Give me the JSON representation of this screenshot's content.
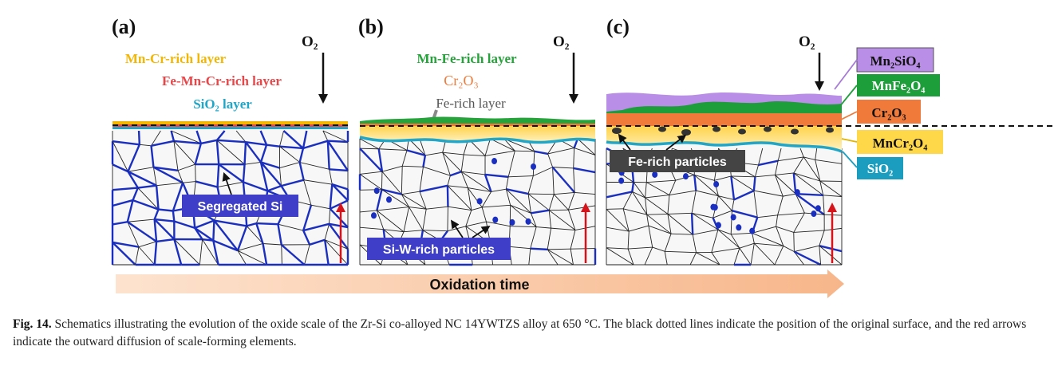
{
  "panels": {
    "a": {
      "label": "(a)",
      "layers": [
        "Mn-Cr-rich layer",
        "Fe-Mn-Cr-rich layer",
        "SiO₂  layer"
      ],
      "oxygen": "O₂",
      "callout": "Segregated Si"
    },
    "b": {
      "label": "(b)",
      "layers": [
        "Mn-Fe-rich layer",
        "Cr₂O₃",
        "Fe-rich layer"
      ],
      "oxygen": "O₂",
      "callout": "Si-W-rich particles"
    },
    "c": {
      "label": "(c)",
      "oxygen": "O₂",
      "callout": "Fe-rich particles",
      "legend": [
        "Mn₂SiO₄",
        "MnFe₂O₄",
        "Cr₂O₃",
        "MnCr₂O₄",
        "SiO₂"
      ]
    }
  },
  "timeline": {
    "label": "Oxidation time"
  },
  "caption": {
    "prefix": "Fig. 14.",
    "text": "Schematics illustrating the evolution of the oxide scale of the Zr-Si co-alloyed NC 14YWTZS alloy at 650 °C. The black dotted lines indicate the position of the original surface, and the red arrows indicate the outward diffusion of scale-forming elements."
  },
  "colors": {
    "mn_cr": "#f2b705",
    "fe_mn_cr": "#e8474a",
    "sio2": "#22a6c8",
    "mn_fe": "#26a33a",
    "cr2o3": "#f07a3a",
    "fe_rich": "#8a8a8a",
    "mn2sio4": "#b98ee6",
    "mnfe2o4": "#1e9e3a",
    "mncr2o4": "#ffd84a",
    "grain_si": "#1a2fbf",
    "callout_bg": "#3e3ec8",
    "arrow_red": "#d4141a",
    "timeline": "#fbc9a3"
  }
}
